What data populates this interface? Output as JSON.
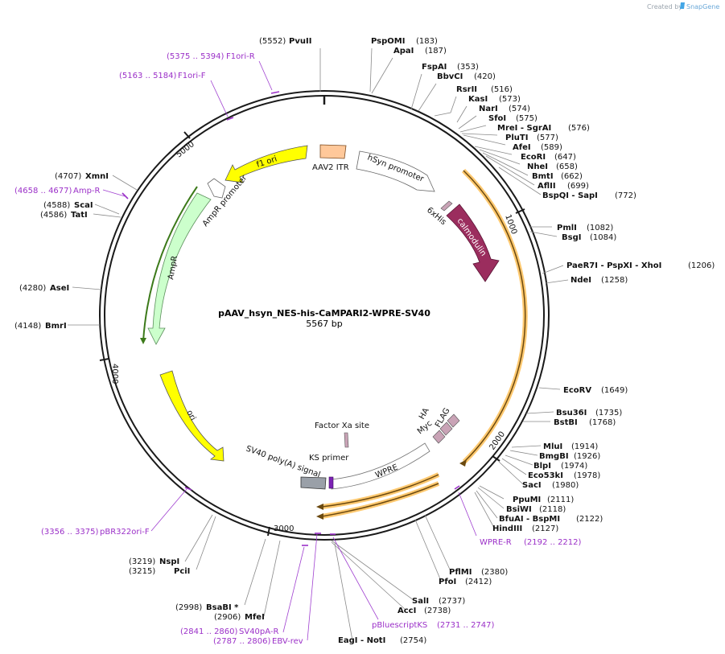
{
  "credit": {
    "prefix": "Created by",
    "brand": "SnapGene"
  },
  "plasmid": {
    "name": "pAAV_hsyn_NES-his-CaMPARI2-WPRE-SV40",
    "length": "5567 bp"
  },
  "ticks": [
    "1000",
    "2000",
    "3000",
    "4000",
    "5000"
  ],
  "features": {
    "aav2_itr": "AAV2 ITR",
    "hsyn": "hSyn promoter",
    "his": "6xHis",
    "calmodulin": "calmodulin",
    "f1ori": "f1 ori",
    "ampr_promoter": "AmpR promoter",
    "ampr": "AmpR",
    "ori": "ori",
    "sv40": "SV40 poly(A) signal",
    "ks_primer": "KS primer",
    "factor_xa": "Factor Xa site",
    "ha": "HA",
    "myc": "Myc",
    "flag": "FLAG",
    "wpre": "WPRE"
  },
  "sites": [
    {
      "name": "PvuII",
      "pos": "(5552)"
    },
    {
      "name": "PspOMI",
      "pos": "(183)"
    },
    {
      "name": "ApaI",
      "pos": "(187)"
    },
    {
      "name": "FspAI",
      "pos": "(353)"
    },
    {
      "name": "BbvCI",
      "pos": "(420)"
    },
    {
      "name": "RsrII",
      "pos": "(516)"
    },
    {
      "name": "KasI",
      "pos": "(573)"
    },
    {
      "name": "NarI",
      "pos": "(574)"
    },
    {
      "name": "SfoI",
      "pos": "(575)"
    },
    {
      "name": "MreI - SgrAI",
      "pos": "(576)"
    },
    {
      "name": "PluTI",
      "pos": "(577)"
    },
    {
      "name": "AfeI",
      "pos": "(589)"
    },
    {
      "name": "EcoRI",
      "pos": "(647)"
    },
    {
      "name": "NheI",
      "pos": "(658)"
    },
    {
      "name": "BmtI",
      "pos": "(662)"
    },
    {
      "name": "AflII",
      "pos": "(699)"
    },
    {
      "name": "BspQI - SapI",
      "pos": "(772)"
    },
    {
      "name": "PmlI",
      "pos": "(1082)"
    },
    {
      "name": "BsgI",
      "pos": "(1084)"
    },
    {
      "name": "PaeR7I - PspXI - XhoI",
      "pos": "(1206)"
    },
    {
      "name": "NdeI",
      "pos": "(1258)"
    },
    {
      "name": "EcoRV",
      "pos": "(1649)"
    },
    {
      "name": "Bsu36I",
      "pos": "(1735)"
    },
    {
      "name": "BstBI",
      "pos": "(1768)"
    },
    {
      "name": "MluI",
      "pos": "(1914)"
    },
    {
      "name": "BmgBI",
      "pos": "(1926)"
    },
    {
      "name": "BlpI",
      "pos": "(1974)"
    },
    {
      "name": "Eco53kI",
      "pos": "(1978)"
    },
    {
      "name": "SacI",
      "pos": "(1980)"
    },
    {
      "name": "PpuMI",
      "pos": "(2111)"
    },
    {
      "name": "BsiWI",
      "pos": "(2118)"
    },
    {
      "name": "BfuAI - BspMI",
      "pos": "(2122)"
    },
    {
      "name": "HindIII",
      "pos": "(2127)"
    },
    {
      "name": "PflMI",
      "pos": "(2380)"
    },
    {
      "name": "PfoI",
      "pos": "(2412)"
    },
    {
      "name": "SalI",
      "pos": "(2737)"
    },
    {
      "name": "AccI",
      "pos": "(2738)"
    },
    {
      "name": "EagI - NotI",
      "pos": "(2754)"
    },
    {
      "name": "MfeI",
      "pos": "(2906)"
    },
    {
      "name": "BsaBI *",
      "pos": "(2998)"
    },
    {
      "name": "PciI",
      "pos": "(3215)"
    },
    {
      "name": "NspI",
      "pos": "(3219)"
    },
    {
      "name": "BmrI",
      "pos": "(4148)"
    },
    {
      "name": "AseI",
      "pos": "(4280)"
    },
    {
      "name": "TatI",
      "pos": "(4586)"
    },
    {
      "name": "ScaI",
      "pos": "(4588)"
    },
    {
      "name": "XmnI",
      "pos": "(4707)"
    }
  ],
  "primers": [
    {
      "name": "F1ori-R",
      "range": "(5375 .. 5394)"
    },
    {
      "name": "F1ori-F",
      "range": "(5163 .. 5184)"
    },
    {
      "name": "Amp-R",
      "range": "(4658 .. 4677)"
    },
    {
      "name": "pBR322ori-F",
      "range": "(3356 .. 3375)"
    },
    {
      "name": "SV40pA-R",
      "range": "(2841 .. 2860)"
    },
    {
      "name": "EBV-rev",
      "range": "(2787 .. 2806)"
    },
    {
      "name": "pBluescriptKS",
      "range": "(2731 .. 2747)"
    },
    {
      "name": "WPRE-R",
      "range": "(2192 .. 2212)"
    }
  ],
  "colors": {
    "backbone": "#1a1a1a",
    "itr": "#ffc89a",
    "f1ori": "#ffff00",
    "ampr": "#ccffcc",
    "calmodulin": "#9b2d5e",
    "wpre_highlight": "#ffb740",
    "primer": "#9b30c8",
    "sv40": "#9aa0a8"
  }
}
